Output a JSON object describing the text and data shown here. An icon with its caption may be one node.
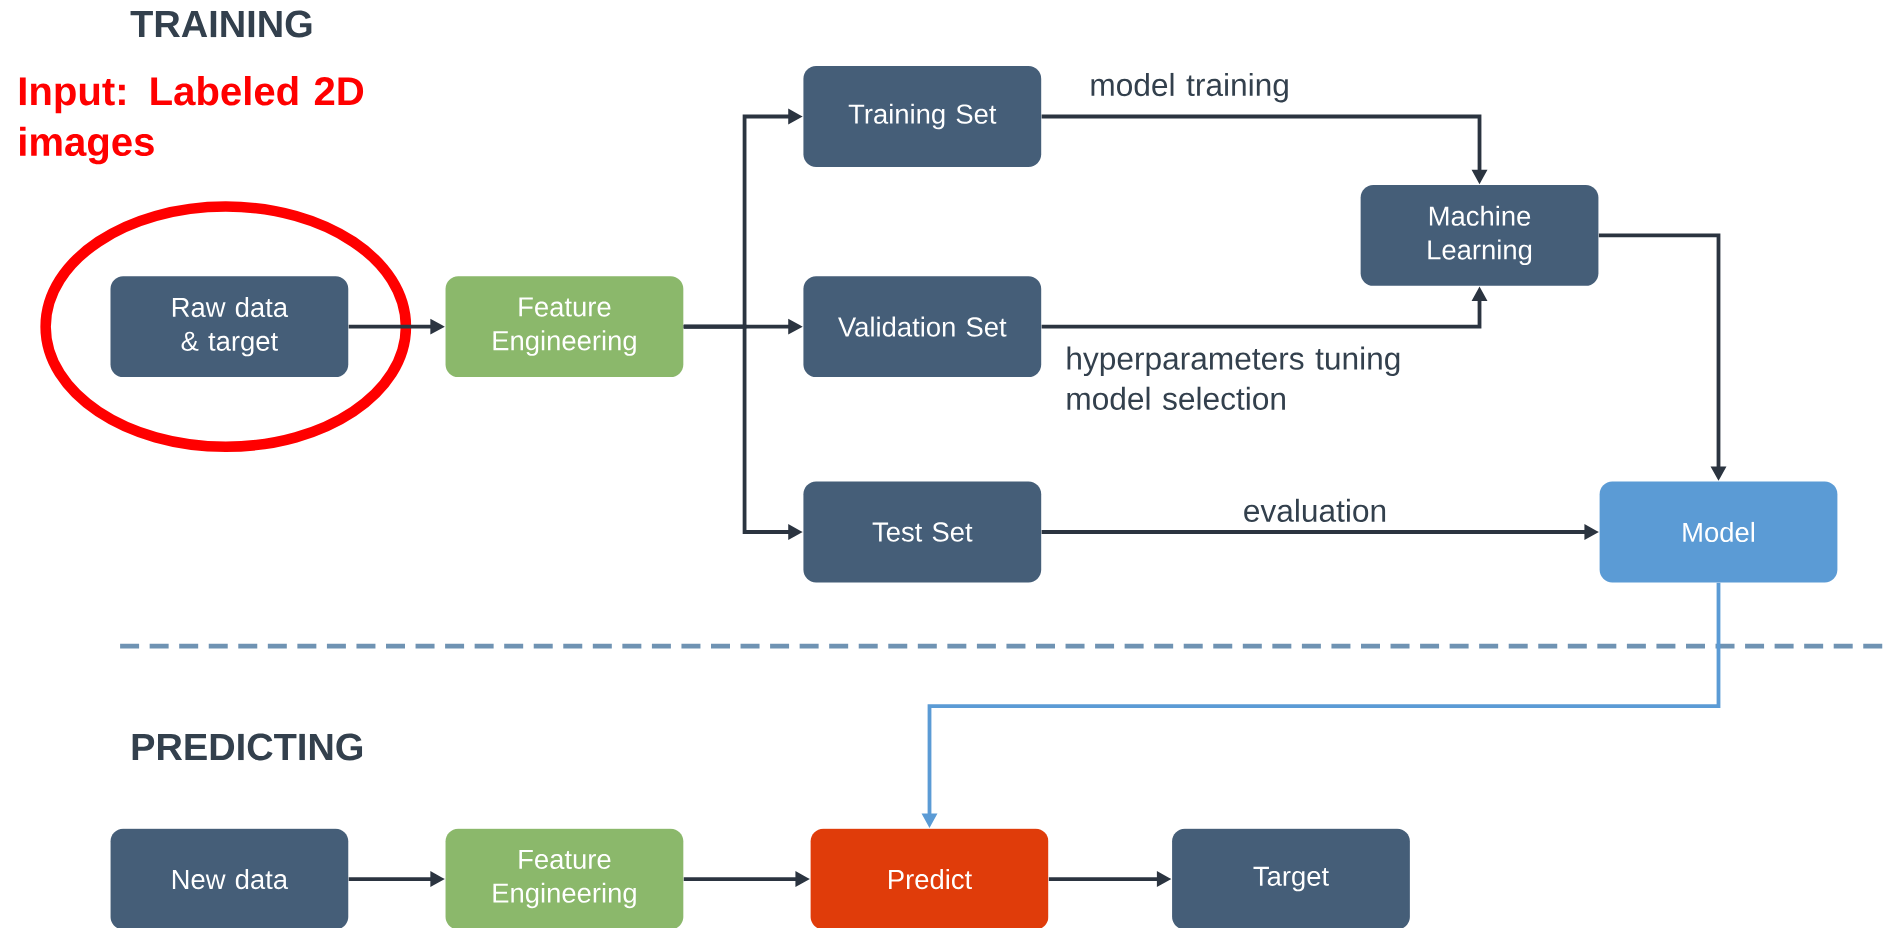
{
  "diagram": {
    "nodes": [
      {
        "text": [
          "Raw data & target"
        ]
      },
      {
        "text": [
          "Feature Engineering"
        ]
      },
      {
        "text": [
          "Training Set"
        ]
      },
      {
        "text": [
          "Validation Set"
        ]
      },
      {
        "text": [
          "Test Set"
        ]
      },
      {
        "text": [
          "Machine Learning"
        ]
      },
      {
        "text": [
          "Model"
        ]
      },
      {
        "text": [
          "New data"
        ]
      },
      {
        "text": [
          "Feature Engineering"
        ]
      },
      {
        "text": [
          "Predict"
        ]
      },
      {
        "text": [
          "Target"
        ]
      }
    ],
    "edges": [
      {
        "from": 0,
        "to": 1,
        "arrow": "to"
      },
      {
        "from": 1,
        "to": 2,
        "arrow": "to"
      },
      {
        "from": 1,
        "to": 3,
        "arrow": "to"
      },
      {
        "from": 1,
        "to": 4,
        "arrow": "to"
      },
      {
        "from": 2,
        "to": 5,
        "arrow": "to",
        "label": "model training"
      },
      {
        "from": 3,
        "to": 5,
        "arrow": "to",
        "label": "hyperparameters tuning model selection"
      },
      {
        "from": 5,
        "to": 6,
        "arrow": "to"
      },
      {
        "from": 4,
        "to": 6,
        "arrow": "to",
        "label": "evaluation"
      },
      {
        "from": 6,
        "to": 9,
        "arrow": "to",
        "color": "#5b9bd5"
      },
      {
        "from": 7,
        "to": 8,
        "arrow": "to"
      },
      {
        "from": 8,
        "to": 9,
        "arrow": "to"
      },
      {
        "from": 9,
        "to": 10,
        "arrow": "to"
      }
    ],
    "labels": [
      "TRAINING",
      "Input: Labeled 2D images",
      "PREDICTING"
    ]
  }
}
